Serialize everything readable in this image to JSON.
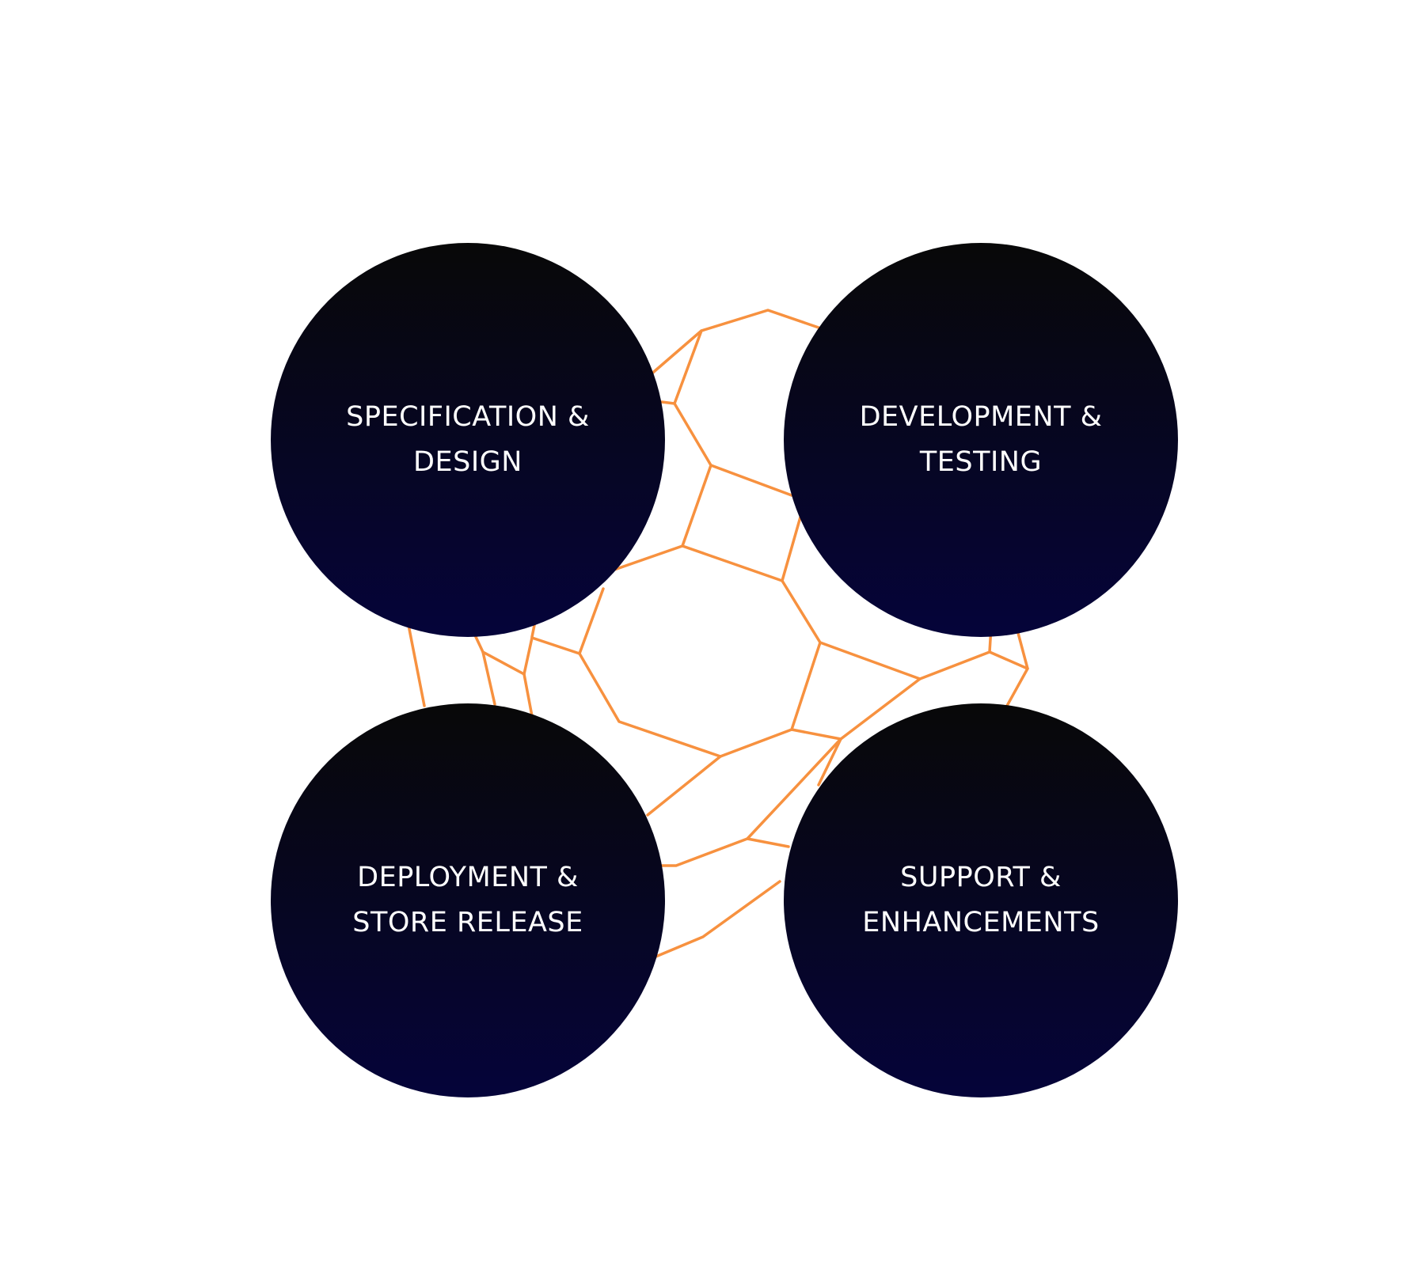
{
  "colors": {
    "lattice_stroke": "#f7913f",
    "circle_top": "#080808",
    "circle_bottom": "#05043a",
    "label_text": "#ffffff",
    "background": "#ffffff"
  },
  "steps": [
    {
      "line1": "SPECIFICATION &",
      "line2": "DESIGN"
    },
    {
      "line1": "DEVELOPMENT &",
      "line2": "TESTING"
    },
    {
      "line1": "DEPLOYMENT &",
      "line2": "STORE RELEASE"
    },
    {
      "line1": "SUPPORT &",
      "line2": "ENHANCEMENTS"
    }
  ]
}
